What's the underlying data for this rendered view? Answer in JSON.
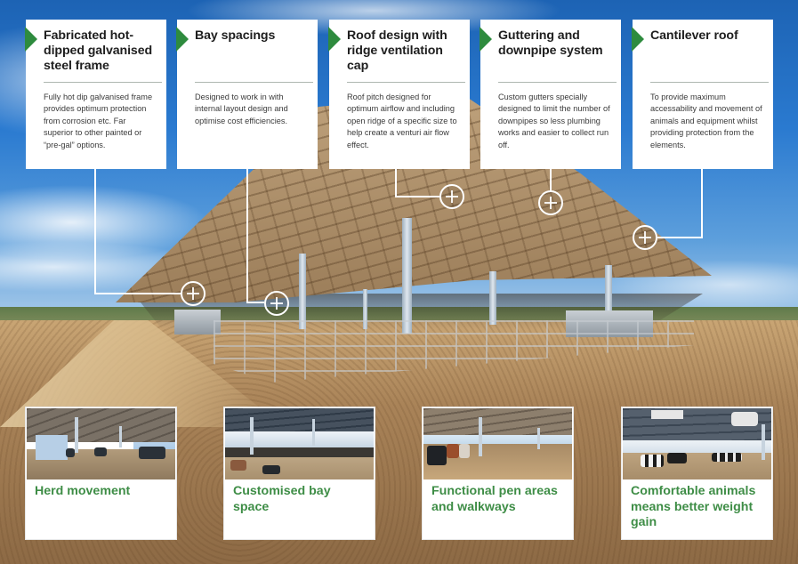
{
  "colors": {
    "accent_green": "#2e8b3e",
    "benefit_title_green": "#3e8d46",
    "card_bg": "#ffffff",
    "title_text": "#1e1e1e",
    "body_text": "#3a3a3a"
  },
  "features": [
    {
      "title": "Fabricated hot-dipped galvanised steel frame",
      "body": "Fully hot dip galvanised frame provides optimum protection from corrosion etc. Far superior to other painted or “pre-gal” options.",
      "marker_icon": "green-triangle-icon",
      "hotspot_icon": "plus-circle-icon"
    },
    {
      "title": "Bay spacings",
      "body": "Designed to work in with internal layout design and optimise cost efficiencies.",
      "marker_icon": "green-triangle-icon",
      "hotspot_icon": "plus-circle-icon"
    },
    {
      "title": "Roof design with ridge ventilation cap",
      "body": "Roof pitch designed for optimum airflow and including open ridge of a specific size to help create a venturi air flow effect.",
      "marker_icon": "green-triangle-icon",
      "hotspot_icon": "plus-circle-icon"
    },
    {
      "title": "Guttering and downpipe system",
      "body": "Custom gutters specially designed to limit the number of downpipes so less plumbing works and easier to collect run off.",
      "marker_icon": "green-triangle-icon",
      "hotspot_icon": "plus-circle-icon"
    },
    {
      "title": "Cantilever roof",
      "body": "To provide maximum accessability and movement of animals and equipment whilst providing protection from the elements.",
      "marker_icon": "green-triangle-icon",
      "hotspot_icon": "plus-circle-icon"
    }
  ],
  "benefits": [
    {
      "title": "Herd movement",
      "photo": "cattle-under-shed-photo"
    },
    {
      "title": "Customised bay space",
      "photo": "cattle-bays-photo"
    },
    {
      "title": "Functional pen areas and walkways",
      "photo": "pen-walkway-photo"
    },
    {
      "title": "Comfortable animals means better weight gain",
      "photo": "dairy-cows-fans-photo"
    }
  ]
}
